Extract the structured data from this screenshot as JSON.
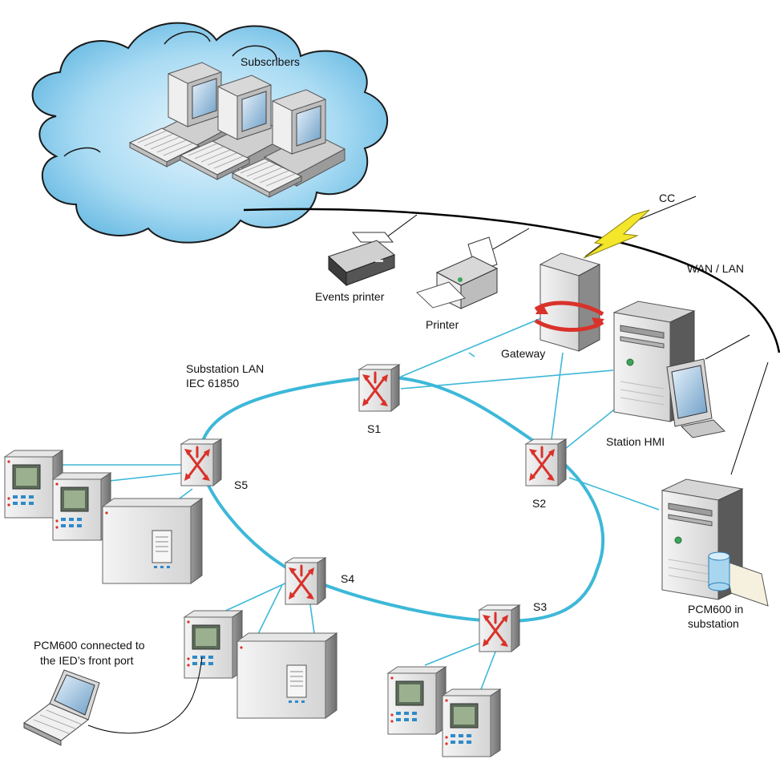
{
  "labels": {
    "subscribers": "Subscribers",
    "cc": "CC",
    "wan_lan": "WAN / LAN",
    "events_printer": "Events printer",
    "printer": "Printer",
    "gateway": "Gateway",
    "substation_lan_line1": "Substation LAN",
    "substation_lan_line2": "IEC 61850",
    "station_hmi": "Station HMI",
    "pcm600_sub_line1": "PCM600 in",
    "pcm600_sub_line2": "substation",
    "pcm600_front_line1": "PCM600 connected to",
    "pcm600_front_line2": "the IED’s front port"
  },
  "switches": [
    {
      "id": "s1",
      "label": "S1"
    },
    {
      "id": "s2",
      "label": "S2"
    },
    {
      "id": "s3",
      "label": "S3"
    },
    {
      "id": "s4",
      "label": "S4"
    },
    {
      "id": "s5",
      "label": "S5"
    }
  ],
  "colors": {
    "ring": "#3db8d8",
    "link": "#3db8d8",
    "cloud": "#8ccbeb",
    "bolt": "#f4e62a",
    "arrow": "#d9322a"
  }
}
